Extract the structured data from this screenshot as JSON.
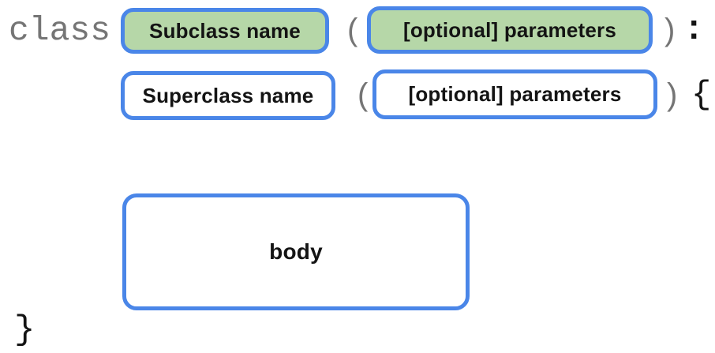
{
  "diagram": {
    "keyword": "class",
    "row1": {
      "subclass_label": "Subclass name",
      "open_paren": "(",
      "params_label": "[optional] parameters",
      "close_paren": ")",
      "colon": ":"
    },
    "row2": {
      "superclass_label": "Superclass name",
      "open_paren": "(",
      "params_label": "[optional] parameters",
      "close_paren": ")",
      "open_brace": "{"
    },
    "body_label": "body",
    "close_brace": "}",
    "colors": {
      "highlight_green": "#b6d7a8",
      "border_blue": "#4a86e8",
      "keyword_gray": "#757575",
      "text_black": "#141414"
    }
  }
}
